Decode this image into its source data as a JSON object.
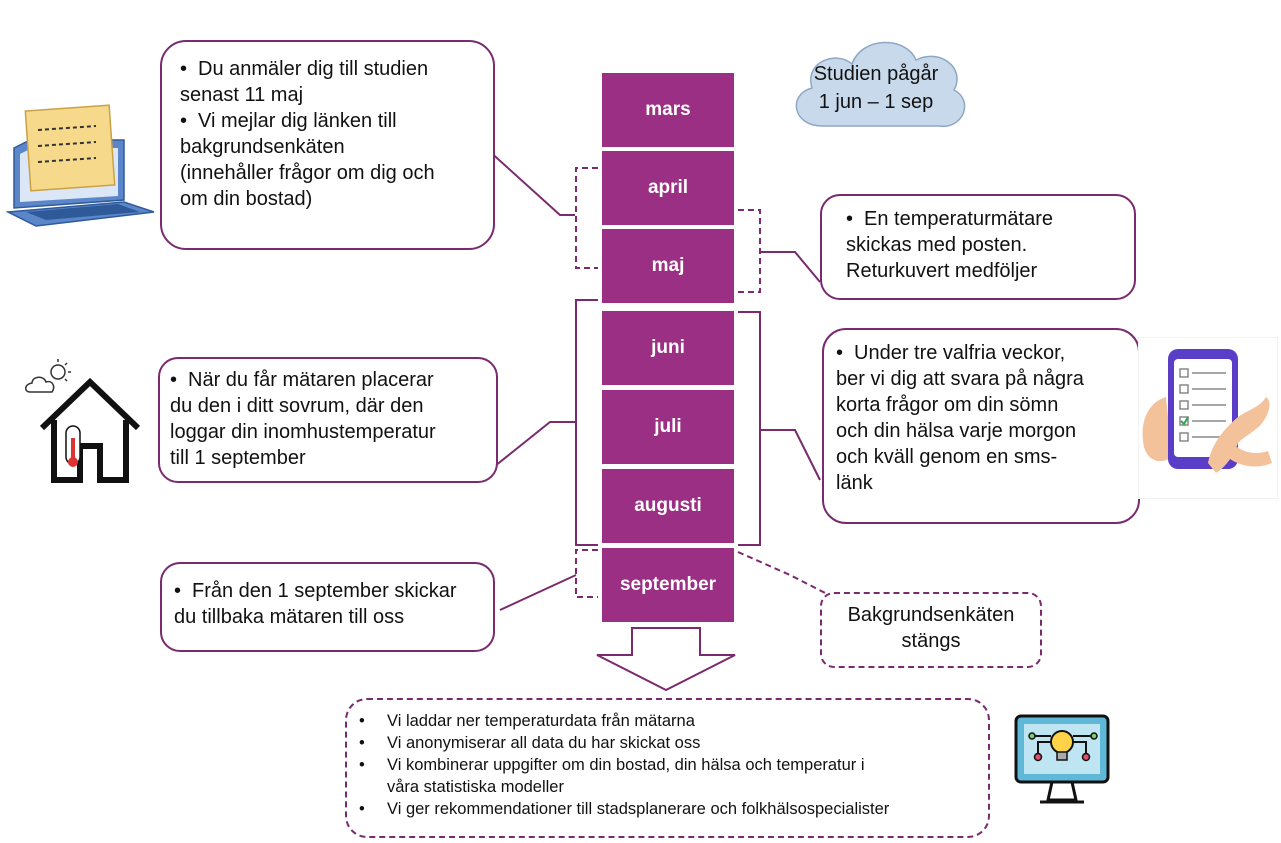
{
  "cloud": {
    "line1": "Studien pågår",
    "line2": "1 jun – 1 sep"
  },
  "months": [
    "mars",
    "april",
    "maj",
    "juni",
    "juli",
    "augusti",
    "september"
  ],
  "box_signup": {
    "items": [
      [
        "Du anmäler dig till studien",
        "senast 11 maj"
      ],
      [
        "Vi mejlar dig länken till",
        "bakgrundsenkäten",
        "(innehåller frågor om dig och",
        "om din bostad)"
      ]
    ]
  },
  "box_meter_mail": {
    "lines": [
      "En temperaturmätare",
      "skickas med posten.",
      "Returkuvert medföljer"
    ]
  },
  "box_bedroom": {
    "lines": [
      "När du får mätaren placerar",
      "du den i ditt sovrum, där den",
      "loggar din inomhustemperatur",
      "till 1 september"
    ]
  },
  "box_sms": {
    "lines": [
      "Under tre valfria veckor,",
      "ber vi dig att svara på några",
      "korta frågor om din sömn",
      "och din hälsa varje morgon",
      "och kväll genom en sms-",
      "länk"
    ]
  },
  "box_return": {
    "lines": [
      "Från den 1 september skickar",
      "du tillbaka mätaren till oss"
    ]
  },
  "box_closing": {
    "lines": [
      "Bakgrundsenkäten",
      "stängs"
    ]
  },
  "box_results": {
    "items": [
      "Vi laddar ner temperaturdata från mätarna",
      "Vi anonymiserar all data du har skickat oss",
      "Vi kombinerar uppgifter om din bostad, din hälsa och temperatur i",
      "Vi ger rekommendationer till stadsplanerare och folkhälsospecialister"
    ],
    "item3_cont": "våra statistiska modeller"
  },
  "bullet": "•",
  "colors": {
    "month_fill": "#9b2f83",
    "outline": "#7a2a6e",
    "cloud": "#c9d9ec"
  },
  "icons": [
    "laptop-icon",
    "house-thermometer-icon",
    "weather-icon",
    "phone-hand-icon",
    "monitor-bulb-icon"
  ]
}
